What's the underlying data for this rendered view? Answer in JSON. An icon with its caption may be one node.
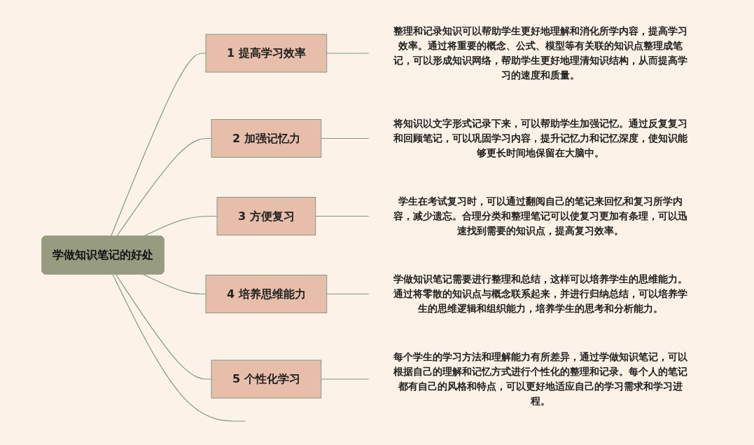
{
  "diagram": {
    "nodes": [
      {
        "text": [
          "学做知识笔记的好处"
        ]
      },
      {
        "text": [
          "1",
          "提高学习效率"
        ]
      },
      {
        "text": [
          "整理和记录知识可以帮助学生更好地理解和消化所学内容，提高学习效率。通过将重要的概念、公式、模型等有关联的知识点整理成笔记，可以形成知识网络，帮助学生更好地理清知识结构，从而提高学习的速度和质量。"
        ]
      },
      {
        "text": [
          "2",
          "加强记忆力"
        ]
      },
      {
        "text": [
          "将知识以文字形式记录下来，可以帮助学生加强记忆。通过反复复习和回顾笔记，可以巩固学习内容，提升记忆力和记忆深度，使知识能够更长时间地保留在大脑中。"
        ]
      },
      {
        "text": [
          "3",
          "方便复习"
        ]
      },
      {
        "text": [
          "学生在考试复习时，可以通过翻阅自己的笔记来回忆和复习所学内容，减少遗忘。合理分类和整理笔记可以使复习更加有条理，可以迅速找到需要的知识点，提高复习效率。"
        ]
      },
      {
        "text": [
          "4",
          "培养思维能力"
        ]
      },
      {
        "text": [
          "学做知识笔记需要进行整理和总结，这样可以培养学生的思维能力。通过将零散的知识点与概念联系起来，并进行归纳总结，可以培养学生的思维逻辑和组织能力，培养学生的思考和分析能力。"
        ]
      },
      {
        "text": [
          "5",
          "个性化学习"
        ]
      },
      {
        "text": [
          "每个学生的学习方法和理解能力有所差异，通过学做知识笔记，可以根据自己的理解和记忆方式进行个性化的整理和记录。每个人的笔记都有自己的风格和特点，可以更好地适应自己的学习需求和学习进程。"
        ]
      }
    ],
    "edges": [
      {
        "from": 0,
        "to": 1,
        "arrow": "none"
      },
      {
        "from": 1,
        "to": 2,
        "arrow": "none"
      },
      {
        "from": 0,
        "to": 3,
        "arrow": "none"
      },
      {
        "from": 3,
        "to": 4,
        "arrow": "none"
      },
      {
        "from": 0,
        "to": 5,
        "arrow": "none"
      },
      {
        "from": 5,
        "to": 6,
        "arrow": "none"
      },
      {
        "from": 0,
        "to": 7,
        "arrow": "none"
      },
      {
        "from": 7,
        "to": 8,
        "arrow": "none"
      },
      {
        "from": 0,
        "to": 9,
        "arrow": "none"
      },
      {
        "from": 9,
        "to": 10,
        "arrow": "none"
      },
      {
        "from": 0,
        "to": null,
        "arrow": "none"
      }
    ]
  }
}
